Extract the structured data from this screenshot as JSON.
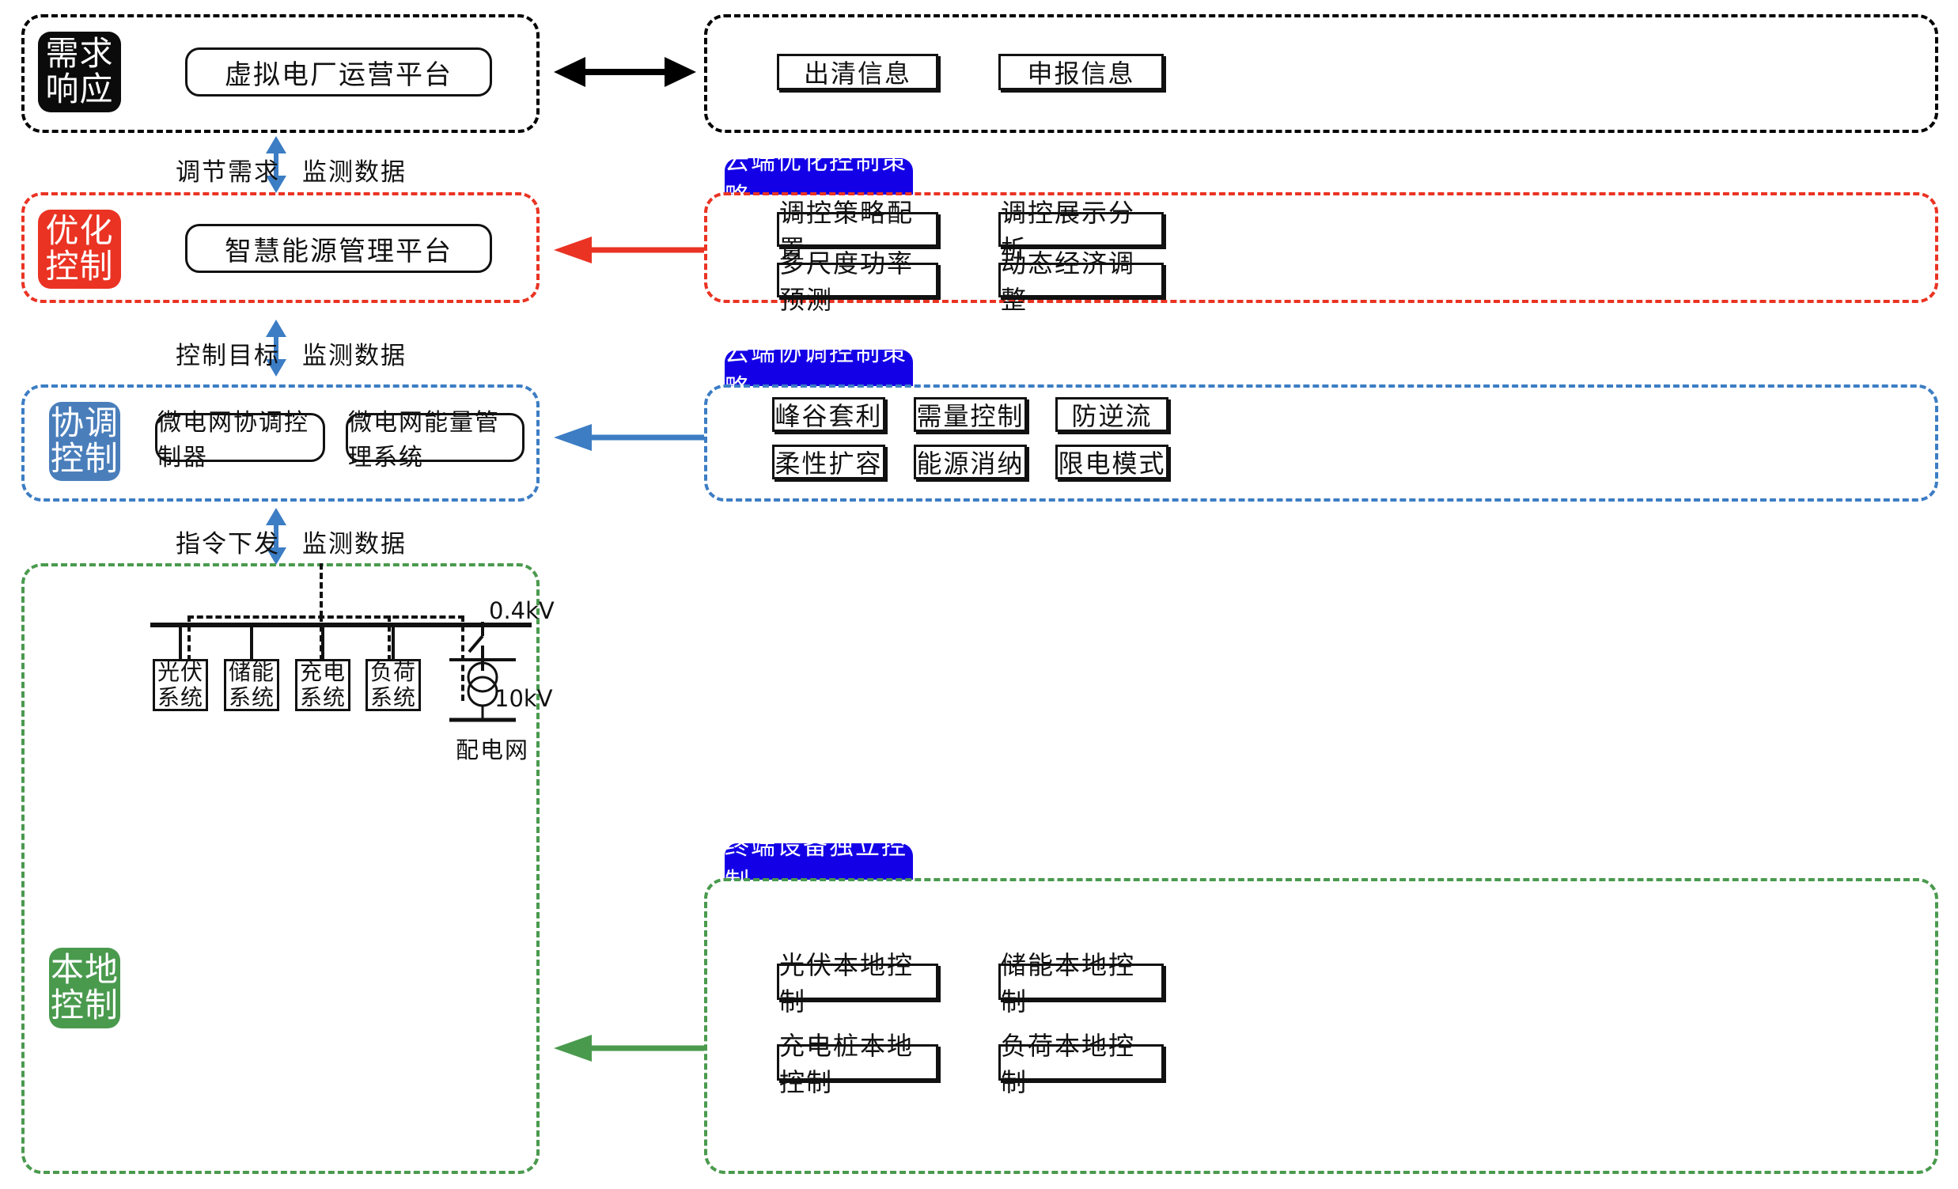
{
  "layers": [
    {
      "key": "demand_response",
      "badge": [
        "需求",
        "响应"
      ],
      "badge_color": "#0B0B0B",
      "border_color": "#000000",
      "platforms": [
        "虚拟电厂运营平台"
      ]
    },
    {
      "key": "optimization_control",
      "badge": [
        "优化",
        "控制"
      ],
      "badge_color": "#EA3323",
      "border_color": "#EA3323",
      "platforms": [
        "智慧能源管理平台"
      ]
    },
    {
      "key": "coordination_control",
      "badge": [
        "协调",
        "控制"
      ],
      "badge_color": "#4A7EBB",
      "border_color": "#3C7DC4",
      "platforms": [
        "微电网协调控制器",
        "微电网能量管理系统"
      ]
    },
    {
      "key": "local_control",
      "badge": [
        "本地",
        "控制"
      ],
      "badge_color": "#4A9A4E",
      "border_color": "#4A9A4E",
      "platforms": []
    }
  ],
  "market_panel": {
    "border_color": "#000000",
    "items": [
      "出清信息",
      "申报信息"
    ]
  },
  "right_panels": [
    {
      "key": "cloud_optimization_strategy",
      "tab": "云端优化控制策略",
      "tab_color": "#1400E6",
      "border_color": "#EA3323",
      "items": [
        "调控策略配置",
        "调控展示分析",
        "多尺度功率预测",
        "动态经济调整"
      ],
      "columns": 2
    },
    {
      "key": "cloud_coordination_strategy",
      "tab": "云端协调控制策略",
      "tab_color": "#1400E6",
      "border_color": "#3C7DC4",
      "items": [
        "峰谷套利",
        "需量控制",
        "防逆流",
        "柔性扩容",
        "能源消纳",
        "限电模式"
      ],
      "columns": 3
    },
    {
      "key": "terminal_independent_control",
      "tab": "终端设备独立控制",
      "tab_color": "#1400E6",
      "border_color": "#4A9A4E",
      "items": [
        "光伏本地控制",
        "储能本地控制",
        "充电桩本地控制",
        "负荷本地控制"
      ],
      "columns": 2
    }
  ],
  "vertical_arrows": [
    {
      "key": "demand_to_optimization",
      "left_label": "调节需求",
      "right_label": "监测数据",
      "color": "#3C7DC4"
    },
    {
      "key": "optimization_to_coordination",
      "left_label": "控制目标",
      "right_label": "监测数据",
      "color": "#3C7DC4"
    },
    {
      "key": "coordination_to_local",
      "left_label": "指令下发",
      "right_label": "监测数据",
      "color": "#3C7DC4"
    }
  ],
  "horizontal_arrows": [
    {
      "key": "market-exchange-arrow",
      "color": "#000000",
      "direction": "double"
    },
    {
      "key": "optimization-feed-arrow",
      "color": "#EA3323",
      "direction": "left"
    },
    {
      "key": "coordination-feed-arrow",
      "color": "#3C7DC4",
      "direction": "left"
    },
    {
      "key": "local-feed-arrow",
      "color": "#4A9A4E",
      "direction": "left"
    }
  ],
  "single_line_diagram": {
    "devices": [
      {
        "line1": "光伏",
        "line2": "系统"
      },
      {
        "line1": "储能",
        "line2": "系统"
      },
      {
        "line1": "充电",
        "line2": "系统"
      },
      {
        "line1": "负荷",
        "line2": "系统"
      }
    ],
    "lv_label": "0.4kV",
    "hv_label": "10kV",
    "grid_label": "配电网"
  }
}
